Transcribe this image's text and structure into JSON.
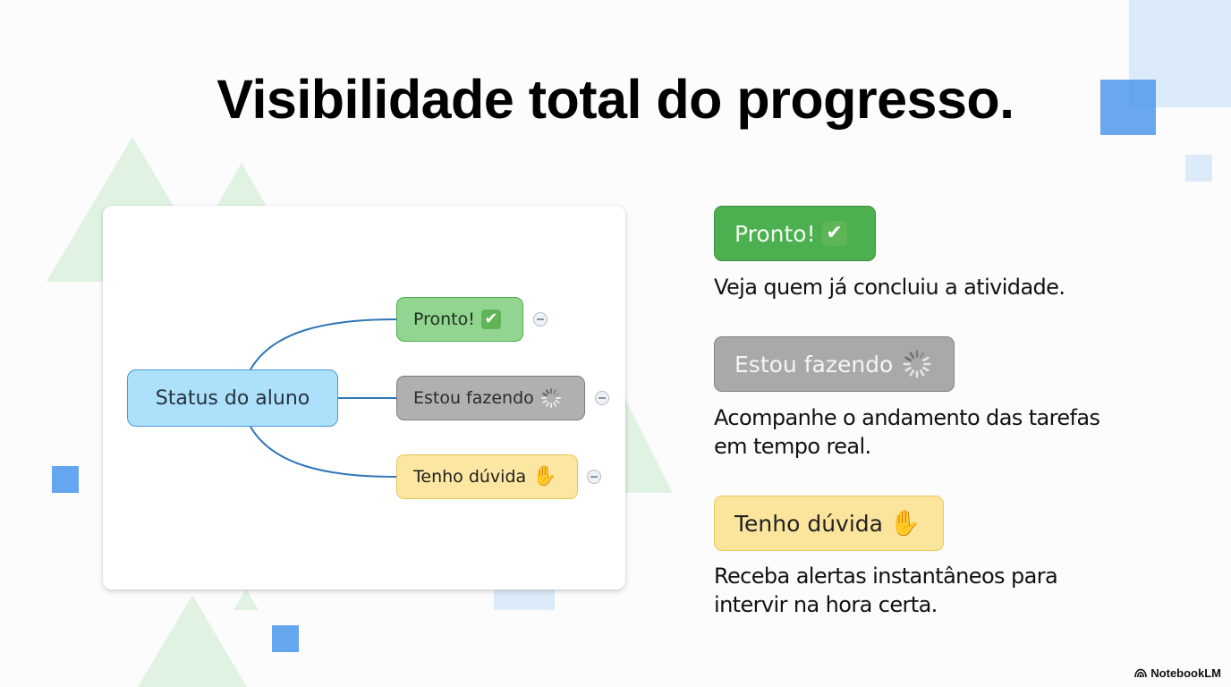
{
  "slide": {
    "title": "Visibilidade total do progresso."
  },
  "mindmap": {
    "root": {
      "label": "Status do aluno"
    },
    "children": [
      {
        "label": "Pronto!",
        "icon": "check-mark-button-icon",
        "color": "#92d590"
      },
      {
        "label": "Estou fazendo",
        "icon": "loading-spinner-icon",
        "color": "#b0b0b0"
      },
      {
        "label": "Tenho dúvida",
        "icon": "raised-hand-icon",
        "color": "#fbe7a1"
      }
    ],
    "link_color": "#2e75b6"
  },
  "legend": [
    {
      "badge": "Pronto!",
      "icon": "check-mark-button-icon",
      "color": "#4caf50",
      "description": "Veja quem já concluiu a atividade."
    },
    {
      "badge": "Estou fazendo",
      "icon": "loading-spinner-icon",
      "color": "#a9a9a9",
      "description": "Acompanhe o andamento das tarefas em tempo real."
    },
    {
      "badge": "Tenho dúvida",
      "icon": "raised-hand-icon",
      "color": "#fbe59c",
      "description": "Receba alertas instantâneos para intervir na hora certa."
    }
  ],
  "icons": {
    "check": "✔",
    "hand": "✋"
  },
  "branding": {
    "label": "NotebookLM"
  }
}
